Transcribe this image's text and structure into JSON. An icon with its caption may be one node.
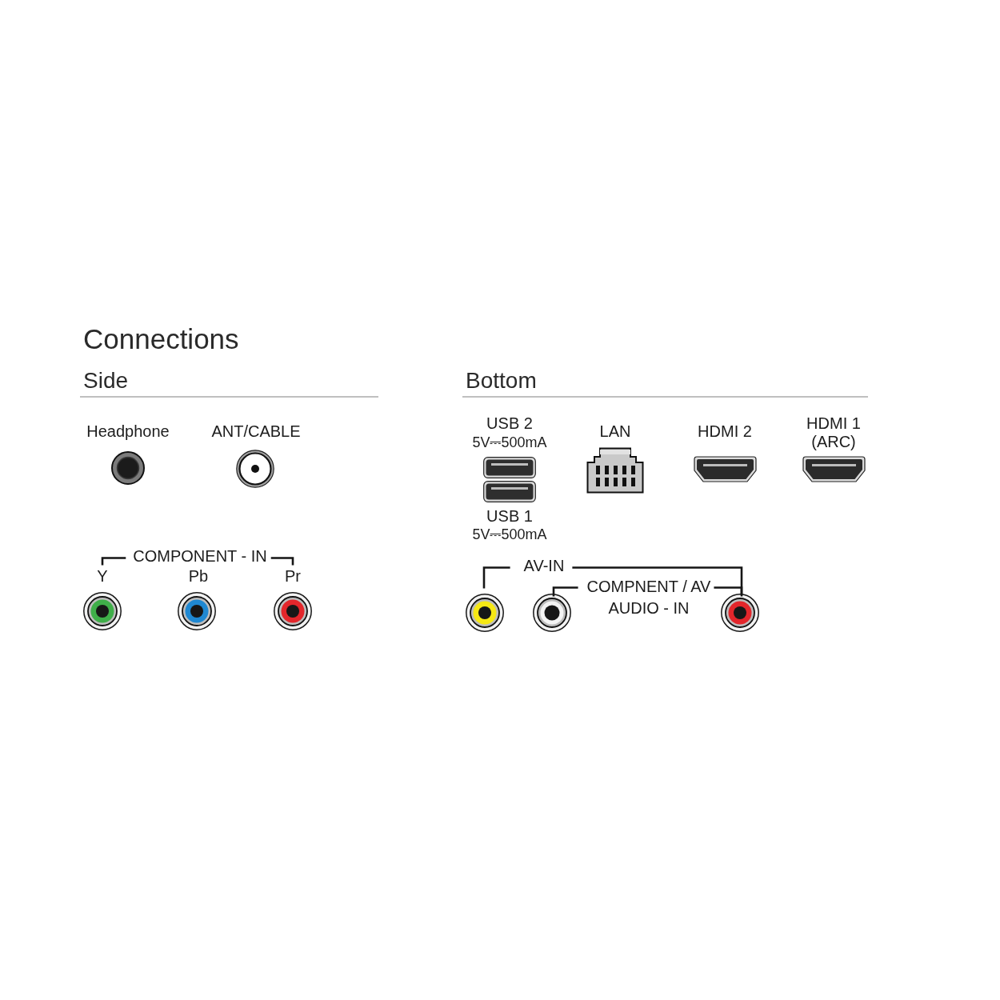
{
  "diagram": {
    "title": "Connections",
    "labels": [
      "Side",
      "Headphone",
      "ANT/CABLE",
      "COMPONENT - IN",
      "Y",
      "Pb",
      "Pr",
      "Bottom",
      "USB 2",
      "5V⎓500mA",
      "LAN",
      "HDMI 2",
      "HDMI 1 (ARC)",
      "USB 1",
      "5V⎓500mA",
      "AV-IN",
      "COMPNENT / AV AUDIO - IN"
    ]
  }
}
